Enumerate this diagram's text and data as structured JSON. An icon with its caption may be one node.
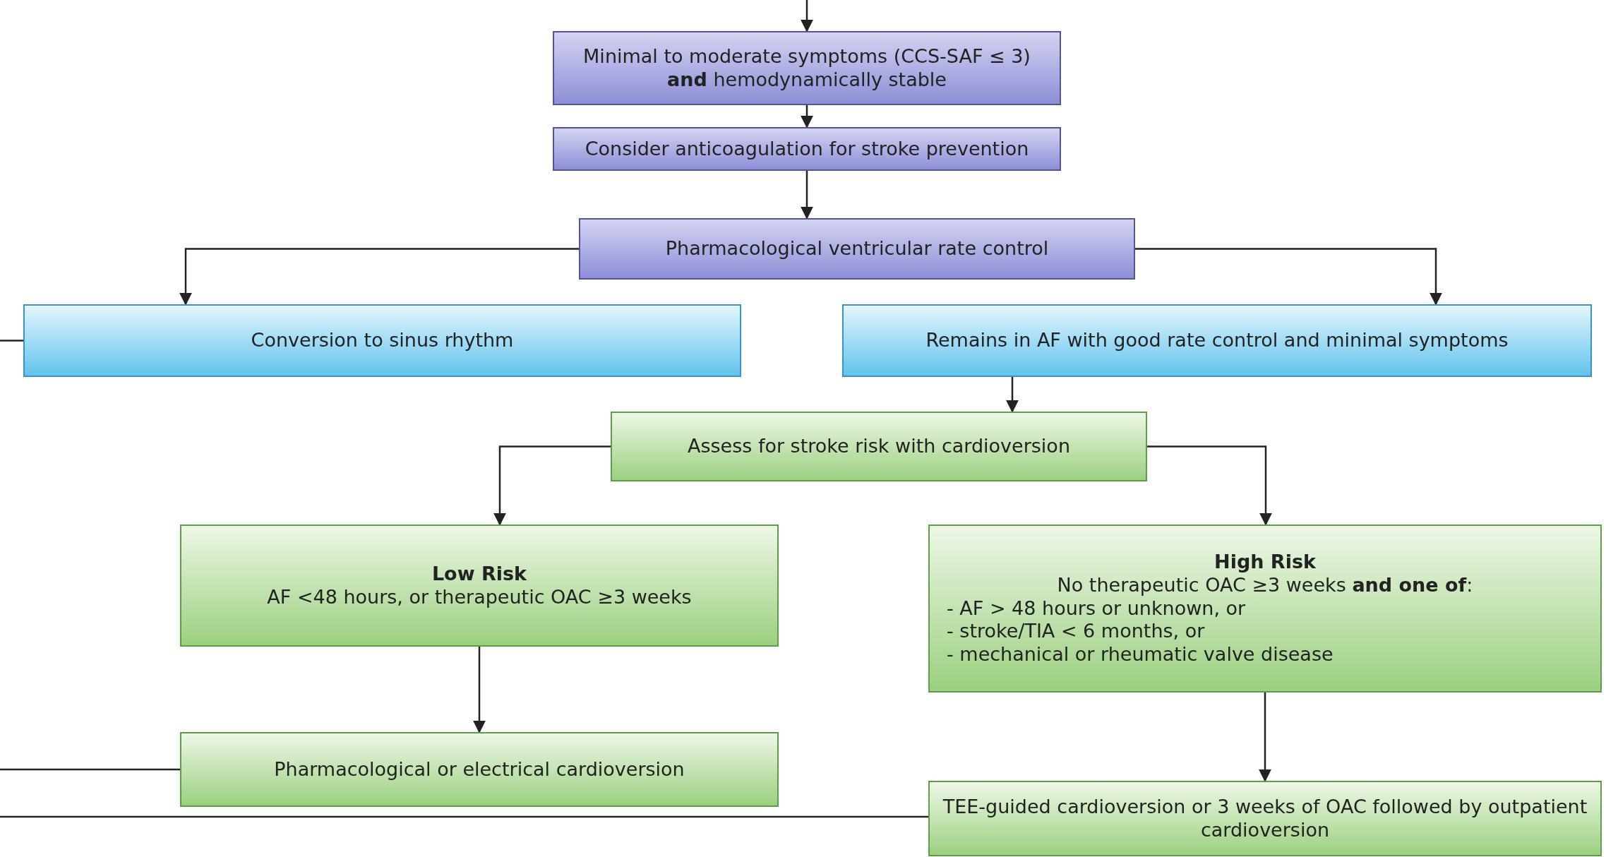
{
  "diagram": {
    "nodes": [
      {
        "text": [
          "Minimal to moderate symptoms (CCS-SAF ≤ 3) **and** hemodynamically stable"
        ]
      },
      {
        "text": [
          "Consider anticoagulation for stroke prevention"
        ]
      },
      {
        "text": [
          "Pharmacological ventricular rate control"
        ]
      },
      {
        "text": [
          "Conversion to sinus rhythm"
        ]
      },
      {
        "text": [
          "Remains in AF with good rate control and minimal symptoms"
        ]
      },
      {
        "text": [
          "Assess for stroke risk with cardioversion"
        ]
      },
      {
        "text": [
          "Low Risk",
          "AF <48 hours, or therapeutic OAC ≥3 weeks"
        ]
      },
      {
        "text": [
          "High Risk",
          "No therapeutic OAC ≥3 weeks **and one of**:",
          "- AF > 48 hours or unknown, or",
          "- stroke/TIA < 6 months, or",
          "- mechanical or rheumatic valve disease"
        ]
      },
      {
        "text": [
          "Pharmacological or electrical cardioversion"
        ]
      },
      {
        "text": [
          "TEE-guided cardioversion or 3 weeks of OAC followed by outpatient cardioversion"
        ]
      }
    ],
    "edges": [
      {
        "from": null,
        "to": 0,
        "arrow": "to"
      },
      {
        "from": 0,
        "to": 1,
        "arrow": "to"
      },
      {
        "from": 1,
        "to": 2,
        "arrow": "to"
      },
      {
        "from": 2,
        "to": 3,
        "arrow": "to"
      },
      {
        "from": 2,
        "to": 4,
        "arrow": "to"
      },
      {
        "from": 3,
        "to": null,
        "arrow": "none"
      },
      {
        "from": 4,
        "to": 5,
        "arrow": "to"
      },
      {
        "from": 5,
        "to": 6,
        "arrow": "to"
      },
      {
        "from": 5,
        "to": 7,
        "arrow": "to"
      },
      {
        "from": 6,
        "to": 8,
        "arrow": "to"
      },
      {
        "from": 7,
        "to": 9,
        "arrow": "to"
      },
      {
        "from": 8,
        "to": null,
        "arrow": "none"
      },
      {
        "from": 9,
        "to": null,
        "arrow": "none"
      }
    ]
  }
}
